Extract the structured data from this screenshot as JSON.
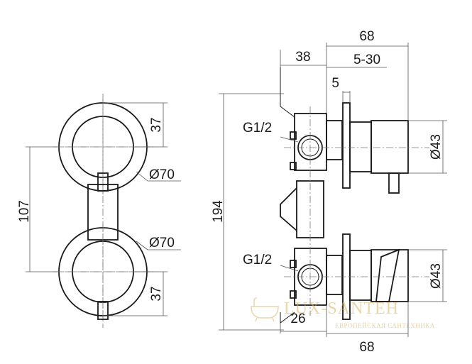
{
  "dimensions": {
    "front_height": "107",
    "top_offset": "37",
    "bottom_offset": "37",
    "top_diameter": "Ø70",
    "bottom_diameter": "Ø70",
    "side_height": "194",
    "side_depth_left": "38",
    "side_total_width": "68",
    "adjust_range": "5-30",
    "plate_thickness": "5",
    "thread_top": "G1/2",
    "thread_bottom": "G1/2",
    "handle_top_diameter": "Ø43",
    "handle_bottom_diameter": "Ø43",
    "bottom_left_depth": "26",
    "bottom_total_width": "68"
  },
  "watermark": {
    "brand": "LUX-SANTEH",
    "tagline": "ЕВРОПЕЙСКАЯ САНТЕХНИКА"
  }
}
